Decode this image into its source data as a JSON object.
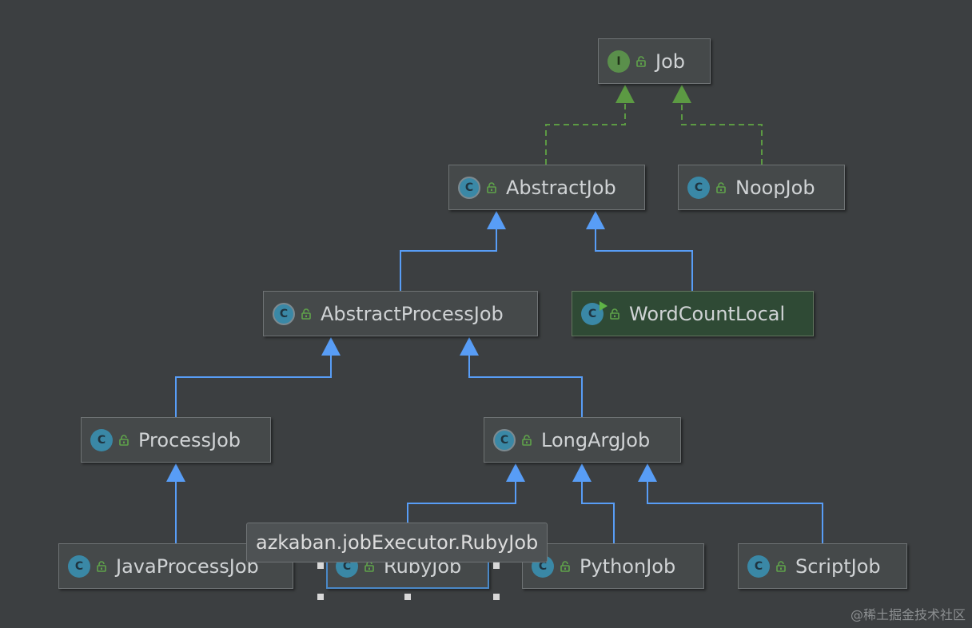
{
  "diagram": {
    "nodes": [
      {
        "id": "job",
        "label": "Job",
        "kind": "interface",
        "kind_letter": "I"
      },
      {
        "id": "abstractjob",
        "label": "AbstractJob",
        "kind": "abstract",
        "kind_letter": "C"
      },
      {
        "id": "noopjob",
        "label": "NoopJob",
        "kind": "class",
        "kind_letter": "C"
      },
      {
        "id": "abstractprocessjob",
        "label": "AbstractProcessJob",
        "kind": "abstract",
        "kind_letter": "C"
      },
      {
        "id": "wordcountlocal",
        "label": "WordCountLocal",
        "kind": "runnable",
        "kind_letter": "C"
      },
      {
        "id": "processjob",
        "label": "ProcessJob",
        "kind": "class",
        "kind_letter": "C"
      },
      {
        "id": "longargjob",
        "label": "LongArgJob",
        "kind": "abstract",
        "kind_letter": "C"
      },
      {
        "id": "javaprocessjob",
        "label": "JavaProcessJob",
        "kind": "class",
        "kind_letter": "C"
      },
      {
        "id": "rubyjob",
        "label": "RubyJob",
        "kind": "class",
        "kind_letter": "C"
      },
      {
        "id": "pythonjob",
        "label": "PythonJob",
        "kind": "class",
        "kind_letter": "C"
      },
      {
        "id": "scriptjob",
        "label": "ScriptJob",
        "kind": "class",
        "kind_letter": "C"
      }
    ],
    "edges": [
      {
        "from": "abstractjob",
        "to": "job",
        "type": "implements"
      },
      {
        "from": "noopjob",
        "to": "job",
        "type": "implements"
      },
      {
        "from": "abstractprocessjob",
        "to": "abstractjob",
        "type": "extends"
      },
      {
        "from": "wordcountlocal",
        "to": "abstractjob",
        "type": "extends"
      },
      {
        "from": "processjob",
        "to": "abstractprocessjob",
        "type": "extends"
      },
      {
        "from": "longargjob",
        "to": "abstractprocessjob",
        "type": "extends"
      },
      {
        "from": "javaprocessjob",
        "to": "processjob",
        "type": "extends"
      },
      {
        "from": "rubyjob",
        "to": "longargjob",
        "type": "extends"
      },
      {
        "from": "pythonjob",
        "to": "longargjob",
        "type": "extends"
      },
      {
        "from": "scriptjob",
        "to": "longargjob",
        "type": "extends"
      }
    ],
    "highlighted": "wordcountlocal",
    "selected": "rubyjob"
  },
  "tooltip": {
    "text": "azkaban.jobExecutor.RubyJob"
  },
  "watermark": {
    "text": "@稀土掘金技术社区"
  },
  "colors": {
    "background": "#3c3f41",
    "extends_edge": "#589df6",
    "implements_edge": "#5c9a43",
    "class_icon": "#3a88a6",
    "interface_icon": "#5a8f4b",
    "highlight_node": "#2f4a35"
  }
}
